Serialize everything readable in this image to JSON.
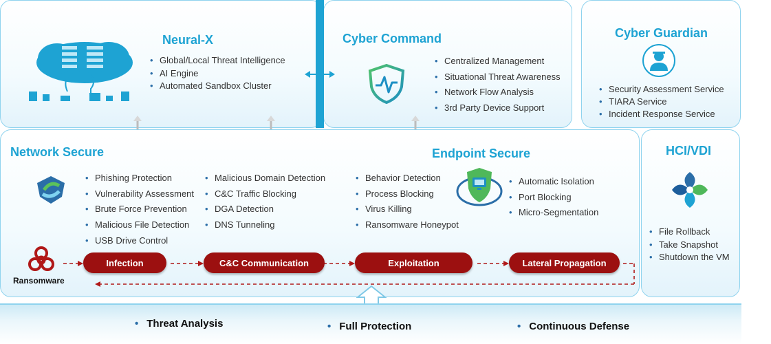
{
  "neural_x": {
    "title": "Neural-X",
    "items": [
      "Global/Local Threat Intelligence",
      "AI Engine",
      "Automated Sandbox Cluster"
    ]
  },
  "cyber_command": {
    "title": "Cyber Command",
    "items": [
      "Centralized Management",
      "Situational Threat Awareness",
      "Network Flow Analysis",
      "3rd Party Device Support"
    ]
  },
  "cyber_guardian": {
    "title": "Cyber Guardian",
    "items": [
      "Security Assessment Service",
      "TIARA Service",
      "Incident Response Service"
    ]
  },
  "network_secure": {
    "title": "Network Secure",
    "col1": [
      "Phishing Protection",
      "Vulnerability Assessment",
      "Brute Force Prevention",
      "Malicious File Detection",
      "USB Drive Control"
    ],
    "col2": [
      "Malicious Domain Detection",
      "C&C Traffic Blocking",
      "DGA Detection",
      "DNS Tunneling"
    ]
  },
  "endpoint_secure": {
    "title": "Endpoint Secure",
    "col1": [
      "Behavior Detection",
      "Process Blocking",
      "Virus Killing",
      "Ransomware Honeypot"
    ],
    "col2": [
      "Automatic Isolation",
      "Port Blocking",
      "Micro-Segmentation"
    ]
  },
  "hci_vdi": {
    "title": "HCI/VDI",
    "items": [
      "File Rollback",
      "Take Snapshot",
      "Shutdown the VM"
    ]
  },
  "kill_chain": {
    "source": "Ransomware",
    "stages": [
      "Infection",
      "C&C Communication",
      "Exploitation",
      "Lateral Propagation"
    ]
  },
  "bottom": [
    "Threat Analysis",
    "Full Protection",
    "Continuous Defense"
  ],
  "colors": {
    "accent": "#1ea3d3",
    "stage": "#9c1010",
    "border": "#8fd3ee"
  }
}
